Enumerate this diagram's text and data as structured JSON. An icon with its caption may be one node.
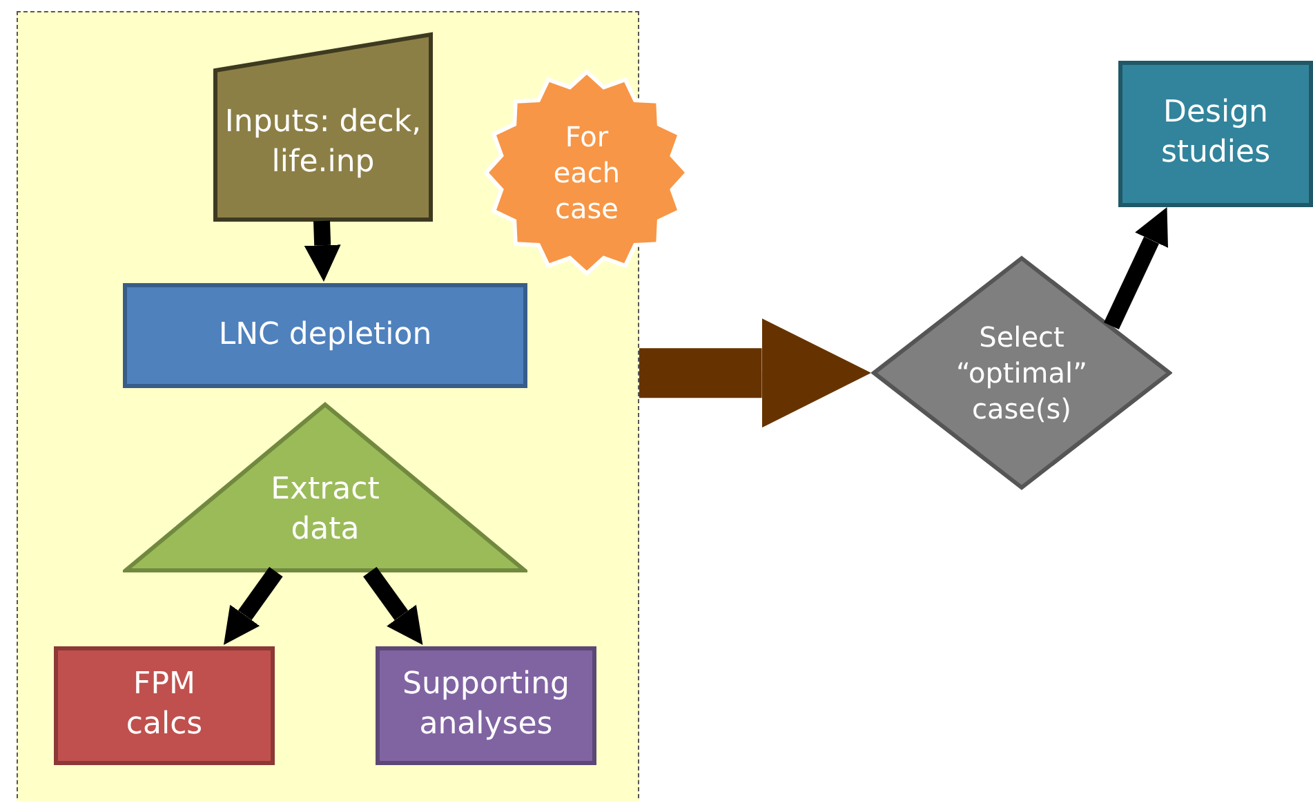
{
  "diagram": {
    "nodes": [
      {
        "text": [],
        "shape": "box"
      },
      {
        "text": [
          "Inputs: deck, life.inp"
        ],
        "in": 0
      },
      {
        "text": [
          "For each case"
        ]
      },
      {
        "text": [
          "LNC depletion"
        ],
        "in": 0
      },
      {
        "text": [
          "Extract data"
        ],
        "in": 0
      },
      {
        "text": [
          "FPM calcs"
        ],
        "in": 0
      },
      {
        "text": [
          "Supporting analyses"
        ],
        "in": 0
      },
      {
        "text": [
          "Select “optimal” case(s)"
        ]
      },
      {
        "text": [
          "Design studies"
        ]
      }
    ],
    "edges": [
      {
        "from": 1,
        "to": 3,
        "arrow": "to"
      },
      {
        "from": 4,
        "to": 5,
        "arrow": "to"
      },
      {
        "from": 4,
        "to": 6,
        "arrow": "to"
      },
      {
        "from": 0,
        "to": 7,
        "arrow": "to",
        "style": "thick",
        "color": "#663300"
      },
      {
        "from": 7,
        "to": 8,
        "arrow": "to"
      }
    ]
  }
}
